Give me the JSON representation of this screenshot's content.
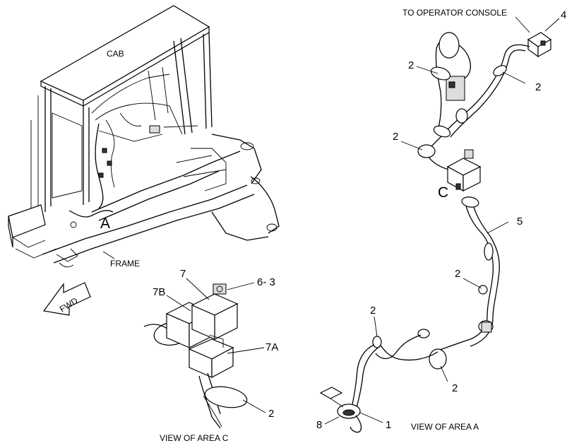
{
  "labels": {
    "cab": "CAB",
    "frame": "FRAME",
    "fwd": "FWD",
    "area_a_marker": "A",
    "area_c_marker": "C",
    "to_operator_console": "TO OPERATOR CONSOLE",
    "view_area_c": "VIEW OF AREA C",
    "view_area_a": "VIEW OF AREA A"
  },
  "callouts": {
    "c4": "4",
    "c2_a1": "2",
    "c2_a2": "2",
    "c2_a3": "2",
    "c2_a4": "2",
    "c2_a5": "2",
    "c2_a6": "2",
    "c5": "5",
    "c1": "1",
    "c8": "8",
    "c7": "7",
    "c7b": "7B",
    "c6_3": "6- 3",
    "c7a": "7A",
    "c2_c": "2"
  }
}
